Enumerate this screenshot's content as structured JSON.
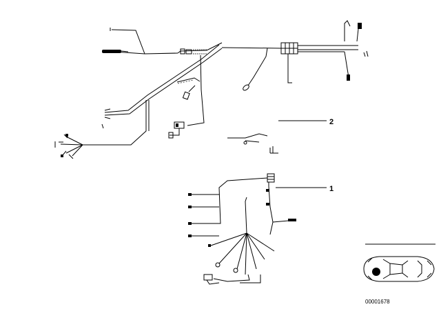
{
  "diagram": {
    "callouts": [
      {
        "label": "2"
      },
      {
        "label": "1"
      }
    ],
    "document_number": "00001678"
  }
}
